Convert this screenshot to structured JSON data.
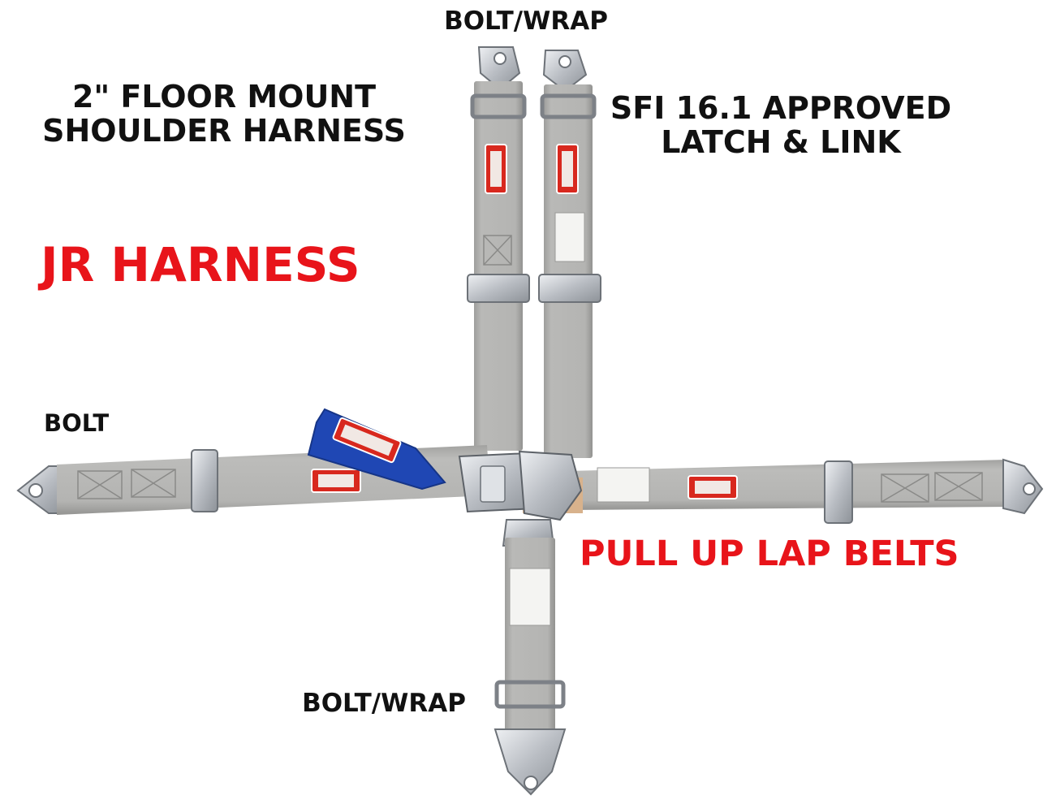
{
  "labels": {
    "bolt_wrap_top": "BOLT/WRAP",
    "floor_mount_line1": "2\" FLOOR MOUNT",
    "floor_mount_line2": "SHOULDER HARNESS",
    "sfi_line1": "SFI 16.1 APPROVED",
    "sfi_line2": "LATCH & LINK",
    "jr_harness": "JR HARNESS",
    "bolt_left": "BOLT",
    "pull_up": "PULL UP LAP BELTS",
    "bolt_wrap_bottom": "BOLT/WRAP"
  },
  "colors": {
    "webbing": "#b4b4b2",
    "webbing_dark": "#8e8e8c",
    "metal": "#c9ccd1",
    "red_text": "#e8141a",
    "blue_tab": "#1f47b4",
    "patch_red": "#d8281e"
  }
}
